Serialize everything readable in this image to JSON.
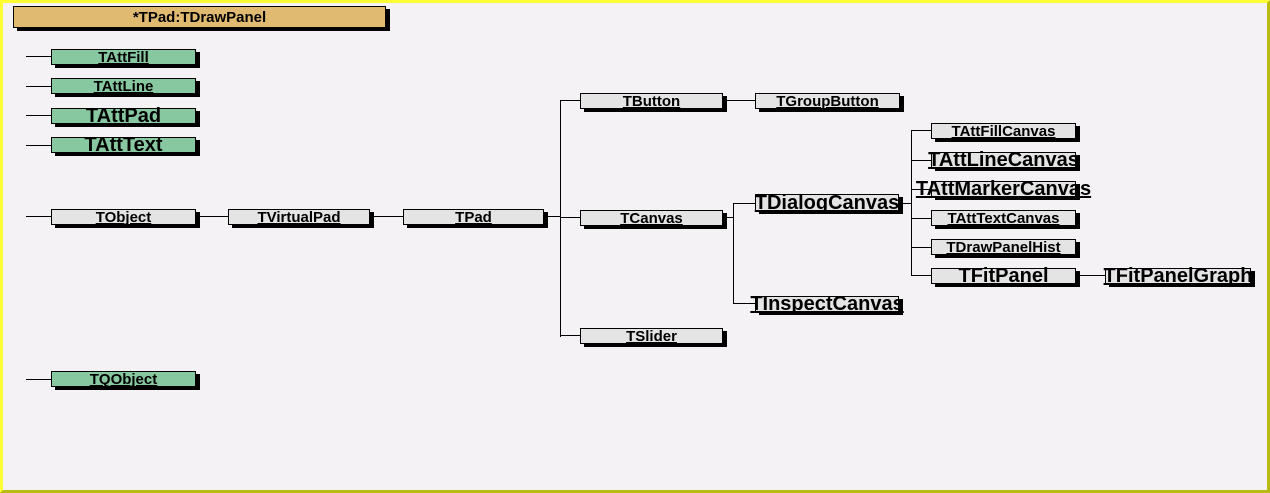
{
  "diagram": {
    "type": "class-hierarchy-tree",
    "application": "ROOT canvas class tree"
  },
  "title": {
    "label": "*TPad:TDrawPanel"
  },
  "colors": {
    "background": "#F5F2F5",
    "box_gray": "#E4E4E4",
    "box_green": "#88C8A1",
    "title_tan": "#E1BA72",
    "frame_light": "#FFFF33",
    "frame_dark": "#B9BA12",
    "line": "#000000",
    "text": "#000000"
  },
  "nodes": {
    "tattfill": {
      "label": "TAttFill"
    },
    "tattline": {
      "label": "TAttLine"
    },
    "tattpad": {
      "label": "TAttPad"
    },
    "tatttext": {
      "label": "TAttText"
    },
    "tobject": {
      "label": "TObject"
    },
    "tvirtualpad": {
      "label": "TVirtualPad"
    },
    "tpad": {
      "label": "TPad"
    },
    "tbutton": {
      "label": "TButton"
    },
    "tgroupbutton": {
      "label": "TGroupButton"
    },
    "tcanvas": {
      "label": "TCanvas"
    },
    "tdialogcanvas": {
      "label": "TDialogCanvas"
    },
    "tinspectcanvas": {
      "label": "TInspectCanvas"
    },
    "tattfillcanvas": {
      "label": "TAttFillCanvas"
    },
    "tattlinecanvas": {
      "label": "TAttLineCanvas"
    },
    "tattmarkercanvas": {
      "label": "TAttMarkerCanvas"
    },
    "tatttextcanvas": {
      "label": "TAttTextCanvas"
    },
    "tdrawpanelhist": {
      "label": "TDrawPanelHist"
    },
    "tfitpanel": {
      "label": "TFitPanel"
    },
    "tfitpanelgraph": {
      "label": "TFitPanelGraph"
    },
    "tslider": {
      "label": "TSlider"
    },
    "tqobject": {
      "label": "TQObject"
    }
  },
  "edges": [
    {
      "parent": "TObject",
      "child": "TVirtualPad"
    },
    {
      "parent": "TVirtualPad",
      "child": "TPad"
    },
    {
      "parent": "TPad",
      "child": "TButton"
    },
    {
      "parent": "TPad",
      "child": "TCanvas"
    },
    {
      "parent": "TPad",
      "child": "TSlider"
    },
    {
      "parent": "TButton",
      "child": "TGroupButton"
    },
    {
      "parent": "TCanvas",
      "child": "TDialogCanvas"
    },
    {
      "parent": "TCanvas",
      "child": "TInspectCanvas"
    },
    {
      "parent": "TDialogCanvas",
      "child": "TAttFillCanvas"
    },
    {
      "parent": "TDialogCanvas",
      "child": "TAttLineCanvas"
    },
    {
      "parent": "TDialogCanvas",
      "child": "TAttMarkerCanvas"
    },
    {
      "parent": "TDialogCanvas",
      "child": "TAttTextCanvas"
    },
    {
      "parent": "TDialogCanvas",
      "child": "TDrawPanelHist"
    },
    {
      "parent": "TDialogCanvas",
      "child": "TFitPanel"
    },
    {
      "parent": "TFitPanel",
      "child": "TFitPanelGraph"
    }
  ]
}
